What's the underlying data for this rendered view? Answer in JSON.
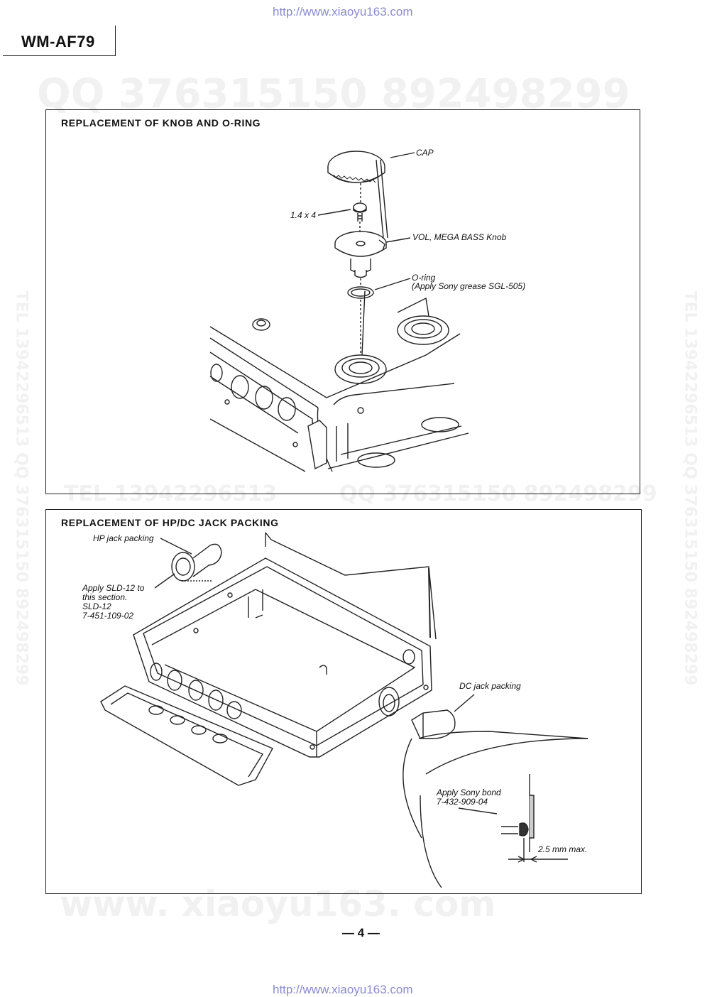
{
  "header": {
    "url_top": "http://www.xiaoyu163.com",
    "model": "WM-AF79"
  },
  "footer": {
    "page_number": "— 4 —",
    "url_bottom": "http://www.xiaoyu163.com"
  },
  "watermarks": {
    "qq_top": "QQ 376315150   892498299",
    "tel_mid": "TEL 13942296513",
    "qq_mid": "QQ 376315150  892498299",
    "site_bottom": "www. xiaoyu163. com",
    "side_left": "TEL 13942296513  QQ 376315150  892498299",
    "side_right": "TEL 13942296513  QQ 376315150  892498299"
  },
  "section_knob": {
    "title": "REPLACEMENT OF KNOB AND O-RING",
    "labels": {
      "cap": "CAP",
      "screw": "1.4 x 4",
      "knob": "VOL, MEGA BASS Knob",
      "oring": "O-ring",
      "oring_note": "(Apply Sony grease SGL-505)"
    }
  },
  "section_jack": {
    "title": "REPLACEMENT OF HP/DC JACK PACKING",
    "labels": {
      "hp": "HP jack packing",
      "apply_line1": "Apply  SLD-12 to",
      "apply_line2": "this section.",
      "apply_line3": "SLD-12",
      "apply_line4": "7-451-109-02",
      "dc": "DC jack packing",
      "bond_line1": "Apply Sony bond",
      "bond_line2": "7-432-909-04",
      "dim": "2.5 mm max."
    }
  }
}
